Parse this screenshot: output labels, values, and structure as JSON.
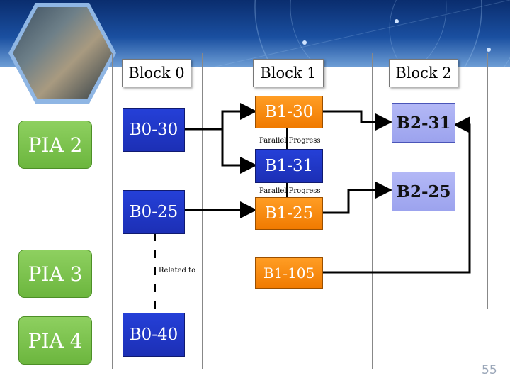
{
  "columns": [
    "Block 0",
    "Block 1",
    "Block 2"
  ],
  "pias": [
    "PIA 2",
    "PIA 3",
    "PIA 4"
  ],
  "block0": [
    "B0-30",
    "B0-25",
    "B0-40"
  ],
  "block1": [
    "B1-30",
    "B1-31",
    "B1-25",
    "B1-105"
  ],
  "block2": [
    "B2-31",
    "B2-25"
  ],
  "labels": {
    "parallel_progress_1": "Parallel Progress",
    "parallel_progress_2": "Parallel Progress",
    "related_to": "Related to"
  },
  "page_number": "55",
  "colors": {
    "header": "#1a4fa0",
    "pia_green": "#6cb63e",
    "block0_blue": "#1c2fb5",
    "block1_orange": "#f07a00",
    "block2_lavender": "#9ca3ee"
  }
}
